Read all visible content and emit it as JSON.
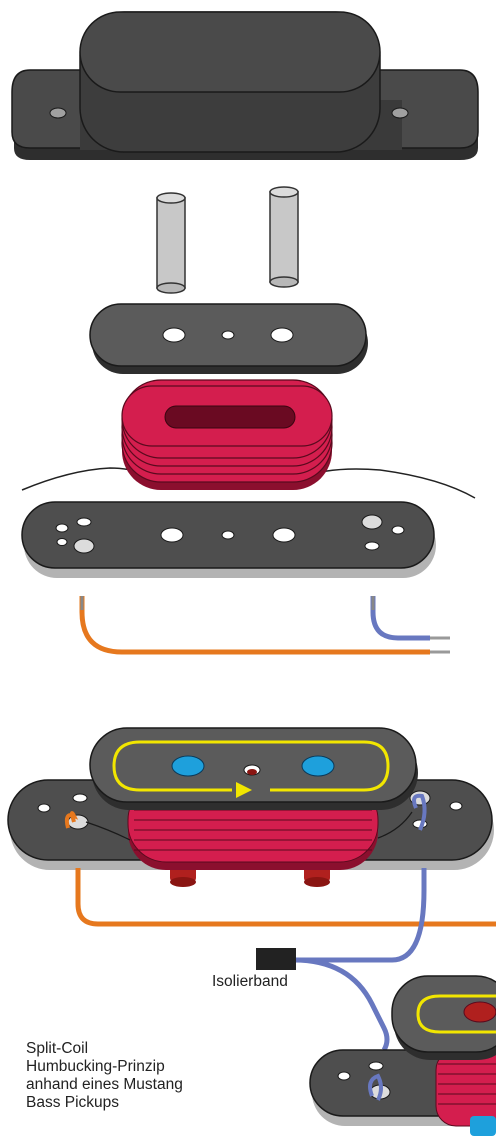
{
  "labels": {
    "tape": "Isolierband",
    "caption": [
      "Split-Coil",
      "Humbucking-Prinzip",
      "anhand eines Mustang",
      "Bass Pickups"
    ]
  },
  "colors": {
    "cover": "#4a4a4a",
    "cover_edge": "#2e2e2e",
    "plate": "#5b5b5b",
    "plate_edge": "#b3b3b3",
    "coil": "#d41e4e",
    "coil_dark": "#8b0f2e",
    "magnet_rod": "#c8c8c8",
    "wire_orange": "#e6781e",
    "wire_blue": "#6878c0",
    "pole_blue": "#1ea0dc",
    "pole_red": "#b0201e",
    "flux_arrow": "#f2e600",
    "tape": "#222222"
  },
  "icons": [
    "pickup-cover",
    "magnet-rod",
    "top-plate",
    "coil-bobbin",
    "base-plate",
    "lead-wire",
    "flux-loop-arrow",
    "insulation-tape"
  ]
}
